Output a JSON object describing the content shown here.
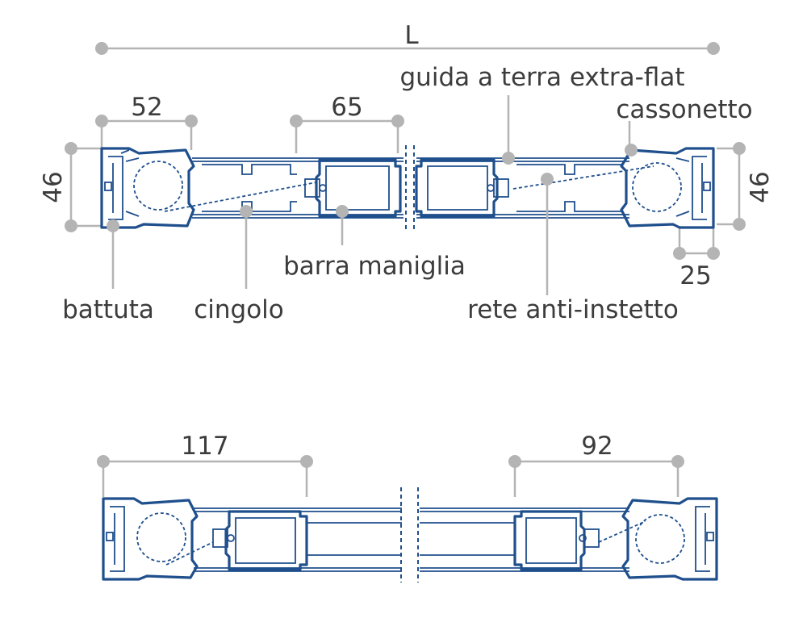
{
  "dimensions": {
    "overall_length": "L",
    "cassette_width_left": "52",
    "handle_bar_width": "65",
    "height_left": "46",
    "height_right": "46",
    "cassette_offset_right": "25",
    "bottom_left_width": "117",
    "bottom_right_width": "92"
  },
  "labels": {
    "floor_guide": "guida a terra extra-flat",
    "cassette": "cassonetto",
    "handle_bar": "barra maniglia",
    "stop": "battuta",
    "track": "cingolo",
    "insect_screen": "rete anti-instetto"
  },
  "colors": {
    "profile": "#1f4f8c",
    "dimension_lines": "#b4b4b4",
    "text": "#3c3c3c"
  }
}
